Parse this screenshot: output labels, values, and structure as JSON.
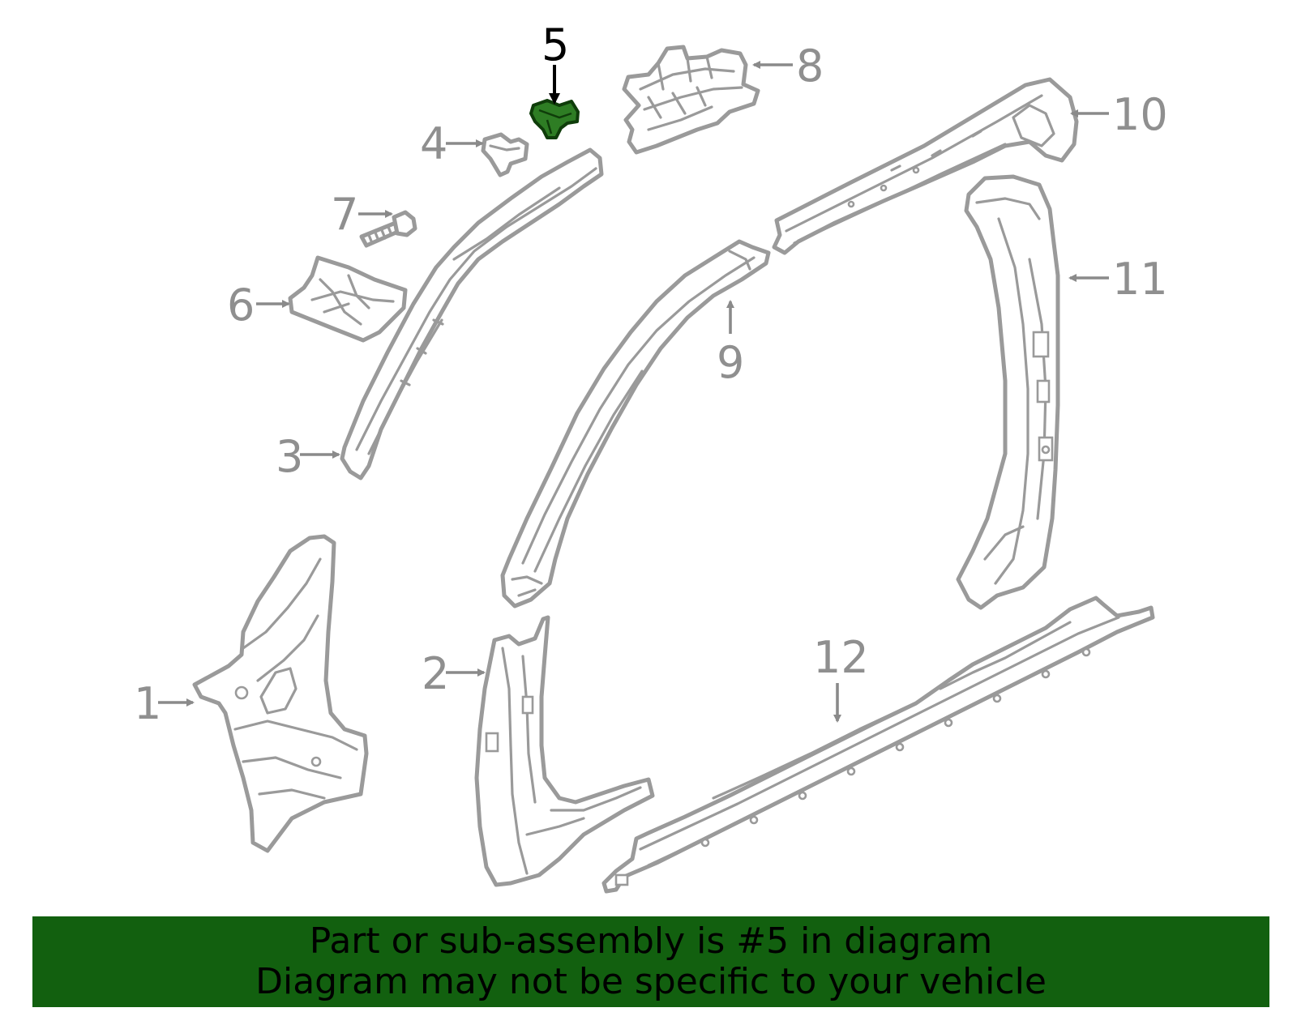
{
  "diagram": {
    "highlighted_part": "5",
    "highlight_color": "#2e7d24",
    "callouts": {
      "c1": "1",
      "c2": "2",
      "c3": "3",
      "c4": "4",
      "c5": "5",
      "c6": "6",
      "c7": "7",
      "c8": "8",
      "c9": "9",
      "c10": "10",
      "c11": "11",
      "c12": "12"
    }
  },
  "banner": {
    "line1": "Part or sub-assembly is #5 in diagram",
    "line2": "Diagram may not be specific to your vehicle",
    "background": "#12600f"
  }
}
